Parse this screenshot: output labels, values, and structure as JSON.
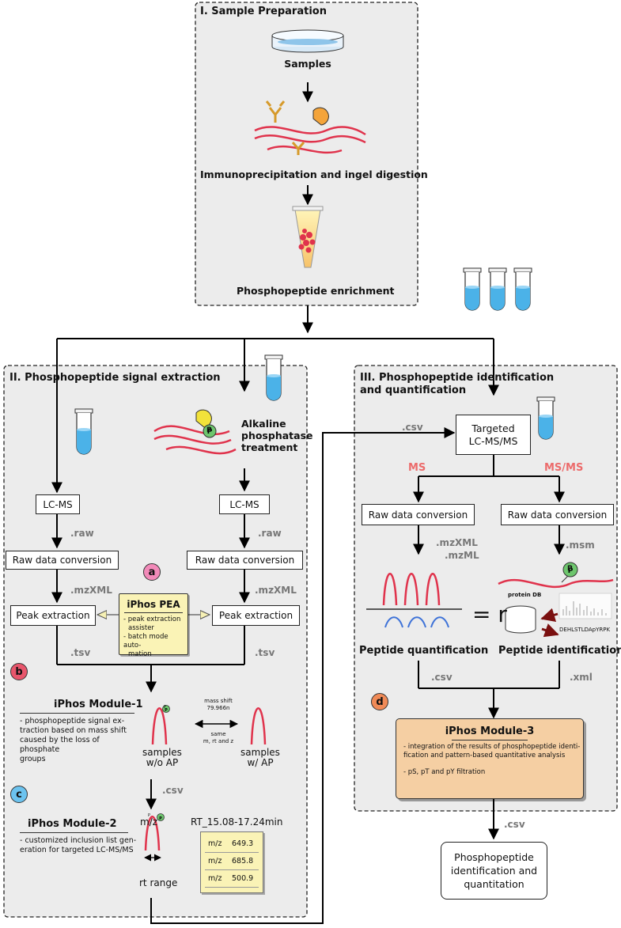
{
  "section1": {
    "title": "I. Sample Preparation",
    "samples": "Samples",
    "immuno": "Immunoprecipitation and ingel digestion",
    "enrich": "Phosphopeptide enrichment"
  },
  "section2": {
    "title": "II. Phosphopeptide signal extraction",
    "alkaline": [
      "Alkaline",
      "phosphatase",
      "treatment"
    ],
    "phospho_p": "P",
    "lcms_left": "LC-MS",
    "lcms_right": "LC-MS",
    "raw_left": ".raw",
    "raw_right": ".raw",
    "conv_left": "Raw data conversion",
    "conv_right": "Raw data conversion",
    "mzxml_left": ".mzXML",
    "mzxml_right": ".mzXML",
    "peak_left": "Peak extraction",
    "peak_right": "Peak extraction",
    "tsv_left": ".tsv",
    "tsv_right": ".tsv",
    "label_a": "a",
    "label_b": "b",
    "label_c": "c",
    "pea": {
      "title": "iPhos PEA",
      "lines": [
        "- peak extraction",
        "  assister",
        "- batch mode auto-",
        "  mation"
      ]
    },
    "module1": {
      "title": "iPhos Module-1",
      "desc": [
        "- phosphopeptide signal ex-",
        "traction based on mass shift",
        "caused by the loss of phosphate",
        "groups"
      ],
      "shift1": "mass shift",
      "shift2": "79.966n",
      "same1": "same",
      "same2": "m, rt and z",
      "left1": "samples",
      "left2": "w/o AP",
      "right1": "samples",
      "right2": "w/ AP",
      "p": "P"
    },
    "csv_mid": ".csv",
    "module2": {
      "title": "iPhos Module-2",
      "desc": [
        "- customized inclusion list gen-",
        "eration for targeted LC-MS/MS"
      ],
      "mz": "m/z",
      "rt_range": "rt range",
      "rt_title": "RT_15.08-17.24min",
      "p": "P",
      "rows": [
        {
          "label": "m/z",
          "value": "649.3"
        },
        {
          "label": "m/z",
          "value": "685.8"
        },
        {
          "label": "m/z",
          "value": "500.9"
        }
      ]
    }
  },
  "section3": {
    "title1": "III. Phosphopeptide identification",
    "title2": "and quantification",
    "csv_in": ".csv",
    "targeted1": "Targeted",
    "targeted2": "LC-MS/MS",
    "ms": "MS",
    "msms": "MS/MS",
    "conv_left": "Raw data conversion",
    "conv_right": "Raw data conversion",
    "mzxml": ".mzXML",
    "mzml": ".mzML",
    "msm": ".msm",
    "equals_r": "= r",
    "protein_db": "protein DB",
    "sequence": "DEHLSTLDApYRPK",
    "p": "P",
    "quant": "Peptide quantification",
    "ident": "Peptide identification",
    "csv_left": ".csv",
    "xml_right": ".xml",
    "label_d": "d",
    "module3": {
      "title": "iPhos Module-3",
      "desc1": [
        "- integration of the results of phosphopeptide identi-",
        "fication and pattern-based quantitative analysis"
      ],
      "desc2": "- pS, pT and pY filtration"
    },
    "csv_out": ".csv",
    "final": [
      "Phosphopeptide",
      "identification and",
      "quantitation"
    ]
  },
  "colors": {
    "panel": "#ececec",
    "module1": "#f4d3d6",
    "module2": "#c7df96",
    "module3": "#f5cfa3",
    "pea": "#faf3b6",
    "red_peaks": "#e0334c",
    "blue_peaks": "#3f73d8",
    "label_a": "#f28ab9",
    "label_b": "#e8566c",
    "label_c": "#6cc3ef",
    "label_d": "#f08a57",
    "ms_red": "#ec6b6b"
  }
}
